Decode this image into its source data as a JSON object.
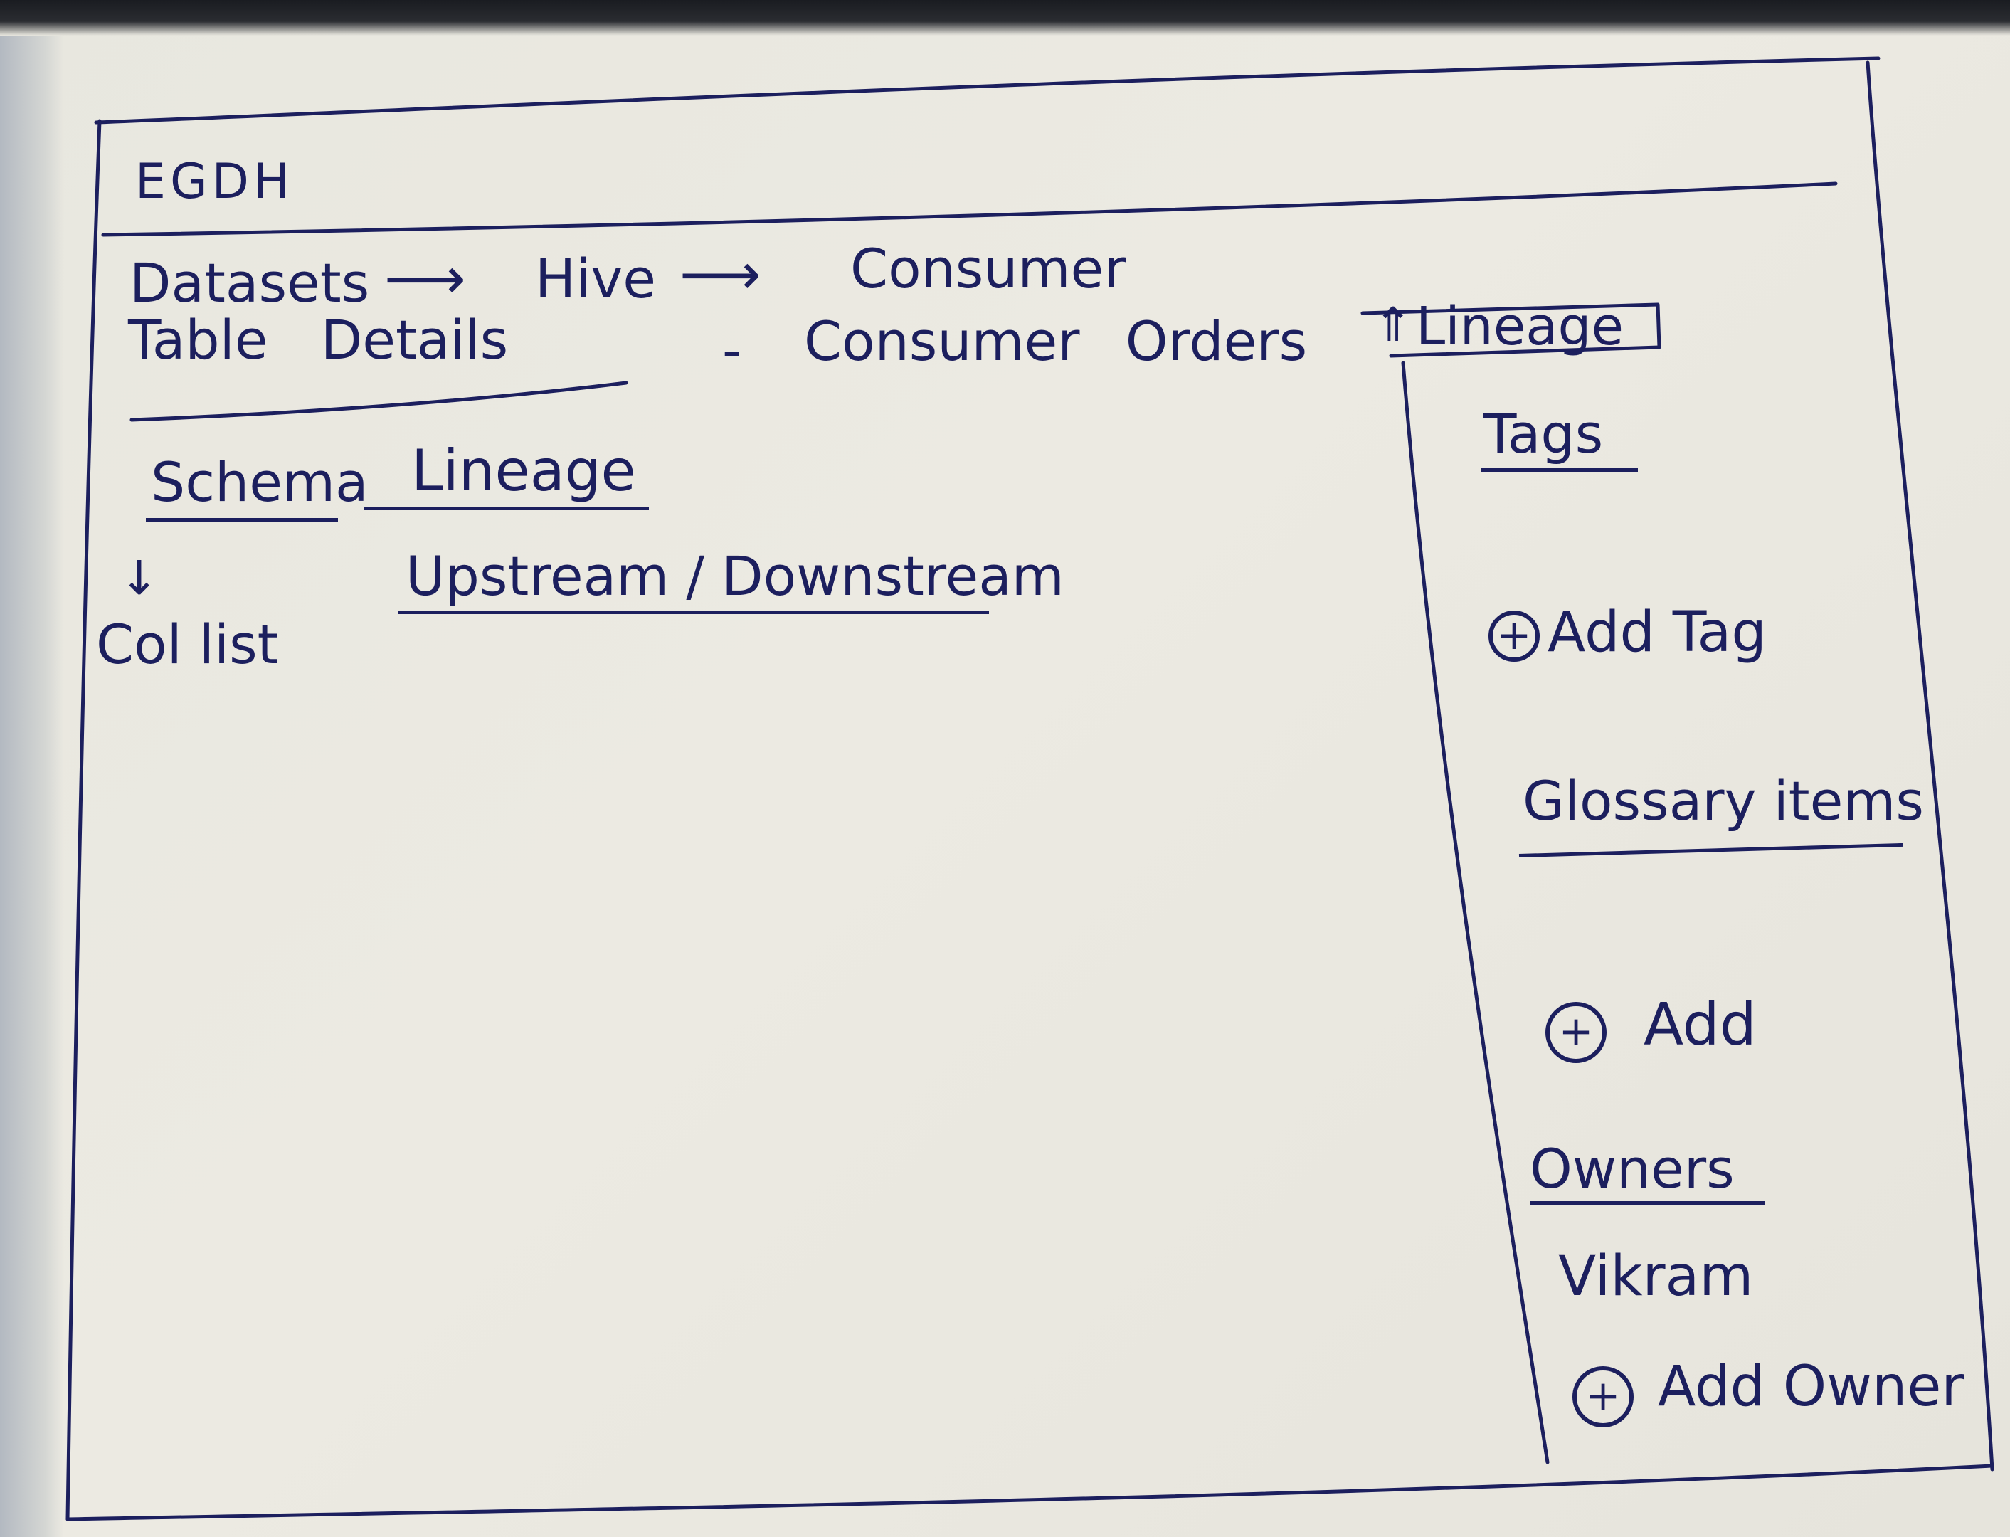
{
  "app": {
    "title": "EGDH"
  },
  "breadcrumb": {
    "items": [
      "Datasets",
      "Hive",
      "Consumer"
    ],
    "separator_icon": "arrow-right-icon"
  },
  "page": {
    "title_label": "Table Details",
    "title_dash": "-",
    "title_value": "Consumer Orders"
  },
  "tabs": {
    "schema": "Schema",
    "lineage": "Lineage"
  },
  "schema": {
    "arrow_icon": "arrow-down-icon",
    "col_list": "Col list"
  },
  "lineage": {
    "subtabs": "Upstream / Downstream"
  },
  "sidebar": {
    "lineage_button": "Lineage",
    "tags": {
      "heading": "Tags",
      "add_label": "Add Tag"
    },
    "glossary": {
      "heading": "Glossary items",
      "add_label": "Add"
    },
    "owners": {
      "heading": "Owners",
      "items": [
        "Vikram"
      ],
      "add_label": "Add Owner"
    }
  },
  "colors": {
    "ink": "#1c1f5e",
    "paper": "#eceae2"
  }
}
